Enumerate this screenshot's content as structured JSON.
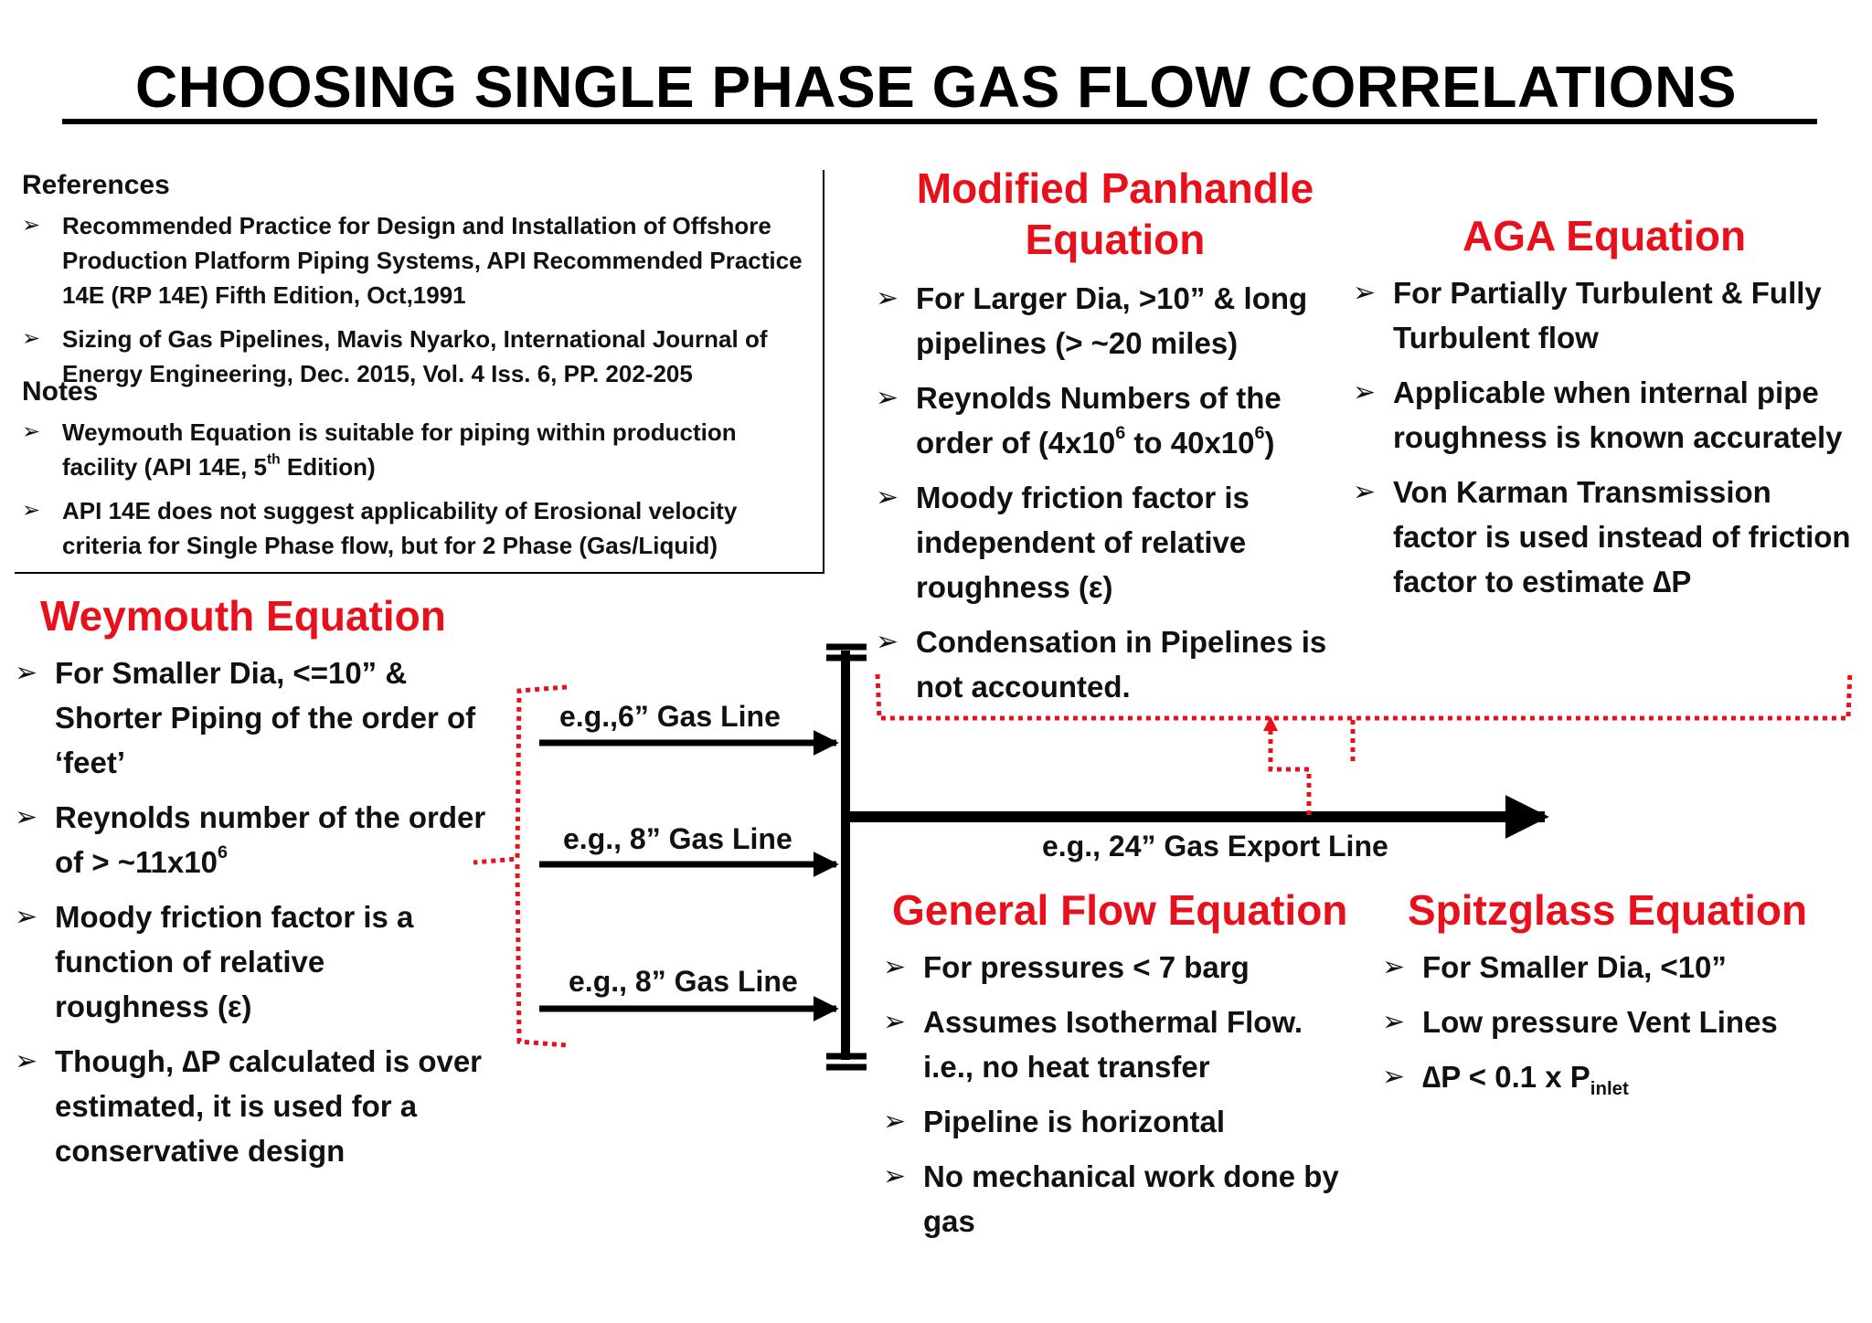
{
  "title": "CHOOSING SINGLE PHASE GAS FLOW CORRELATIONS",
  "references": {
    "heading": "References",
    "items": [
      "Recommended Practice for Design and Installation of Offshore Production Platform Piping Systems, API Recommended Practice 14E (RP 14E) Fifth Edition, Oct,1991",
      "Sizing of Gas Pipelines, Mavis Nyarko, International Journal of Energy Engineering, Dec. 2015, Vol. 4 Iss. 6, PP. 202-205"
    ]
  },
  "notes": {
    "heading": "Notes",
    "item1_pre": "Weymouth Equation is suitable for piping within production facility (API 14E, 5",
    "item1_sup": "th",
    "item1_post": " Edition)",
    "item2": "API 14E does not suggest applicability of Erosional velocity criteria for Single Phase flow, but for 2 Phase (Gas/Liquid)"
  },
  "weymouth": {
    "title": "Weymouth Equation",
    "p1": "For Smaller Dia, <=10” & Shorter Piping of the order of ‘feet’",
    "p2_pre": "Reynolds number of the order of > ~11x10",
    "p2_sup": "6",
    "p3": "Moody friction factor is a function of relative roughness (ε)",
    "p4": "Though, ∆P calculated is over estimated, it is used for a conservative design"
  },
  "panhandle": {
    "title": "Modified Panhandle Equation",
    "p1": "For Larger Dia, >10” & long pipelines (> ~20 miles)",
    "p2_pre": "Reynolds Numbers of the order of (4x10",
    "p2_sup1": "6",
    "p2_mid": " to 40x10",
    "p2_sup2": "6",
    "p2_post": ")",
    "p3": "Moody friction factor is independent of relative roughness (ε)",
    "p4": "Condensation in Pipelines is not accounted."
  },
  "aga": {
    "title": "AGA Equation",
    "p1": "For Partially Turbulent & Fully Turbulent flow",
    "p2": "Applicable when internal pipe roughness is known accurately",
    "p3": "Von Karman Transmission factor is used instead of friction factor to estimate ∆P"
  },
  "general_flow": {
    "title": "General Flow Equation",
    "p1": "For pressures < 7 barg",
    "p2": "Assumes Isothermal Flow. i.e., no heat transfer",
    "p3": "Pipeline is horizontal",
    "p4": "No mechanical work done by gas"
  },
  "spitzglass": {
    "title": "Spitzglass Equation",
    "p1": "For Smaller Dia, <10”",
    "p2": "Low pressure Vent Lines",
    "p3_pre": "∆P < 0.1 x P",
    "p3_sub": "inlet"
  },
  "diagram": {
    "line1": "e.g.,6” Gas Line",
    "line2": "e.g., 8” Gas Line",
    "line3": "e.g., 8” Gas Line",
    "export": "e.g., 24” Gas Export Line",
    "colors": {
      "accent": "#e8101a",
      "ink": "#000000"
    }
  },
  "bullet": "➢"
}
